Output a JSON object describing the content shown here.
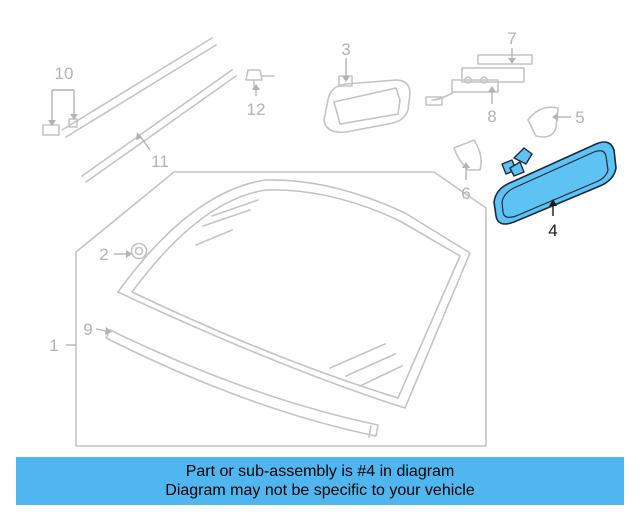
{
  "colors": {
    "highlight_fill": "#5ec2f2",
    "highlight_stroke": "#1a2a40",
    "part_stroke": "#c4c4c4",
    "banner_bg": "#4fb6ef",
    "label_gray": "#b3b3b3",
    "label_dark": "#1a1a1a"
  },
  "diagram": {
    "callouts": {
      "c1": "1",
      "c2": "2",
      "c3": "3",
      "c4": "4",
      "c5": "5",
      "c6": "6",
      "c7": "7",
      "c8": "8",
      "c9": "9",
      "c10": "10",
      "c11": "11",
      "c12": "12"
    },
    "highlighted_part": "4"
  },
  "banner": {
    "line1": "Part or sub-assembly is #4 in diagram",
    "line2": "Diagram may not be specific to your vehicle"
  }
}
